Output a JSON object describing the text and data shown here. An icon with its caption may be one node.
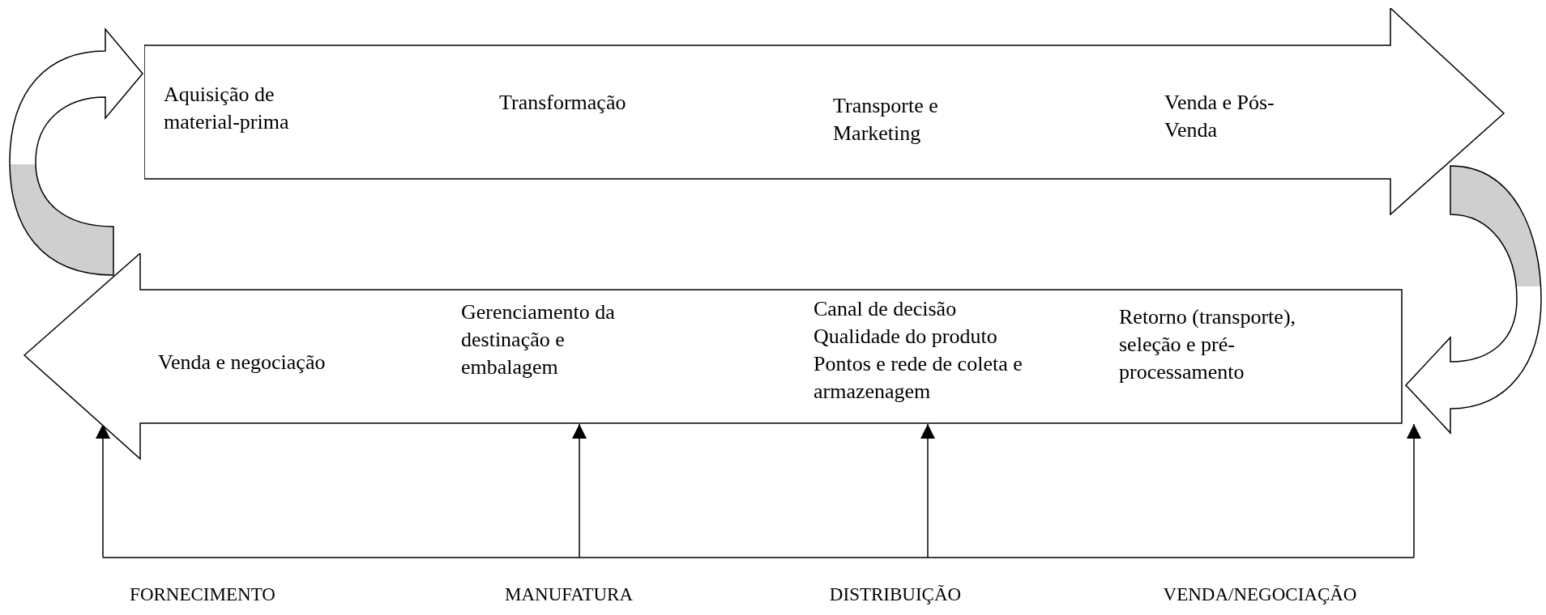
{
  "diagram": {
    "nodes": [
      {
        "text": [
          "Aquisição de material-prima",
          "Transformação",
          "Transporte e Marketing",
          "Venda e Pós-Venda"
        ]
      },
      {
        "text": [
          "Venda e negociação",
          "Gerenciamento da destinação e embalagem",
          "Canal de decisão",
          "Qualidade do produto",
          "Pontos e rede de coleta e armazenagem",
          "Retorno (transporte), seleção e pré-processamento"
        ]
      }
    ],
    "edges": [
      {
        "from": 1,
        "to": 0,
        "arrow": "to"
      },
      {
        "from": 0,
        "to": 1,
        "arrow": "to"
      },
      {
        "from": null,
        "to": 1,
        "arrow": "to"
      },
      {
        "from": null,
        "to": 1,
        "arrow": "to"
      },
      {
        "from": null,
        "to": 1,
        "arrow": "to"
      },
      {
        "from": null,
        "to": 1,
        "arrow": "to"
      }
    ],
    "labels": [
      "FORNECIMENTO",
      "MANUFATURA",
      "DISTRIBUIÇÃO",
      "VENDA/NEGOCIAÇÃO"
    ]
  }
}
